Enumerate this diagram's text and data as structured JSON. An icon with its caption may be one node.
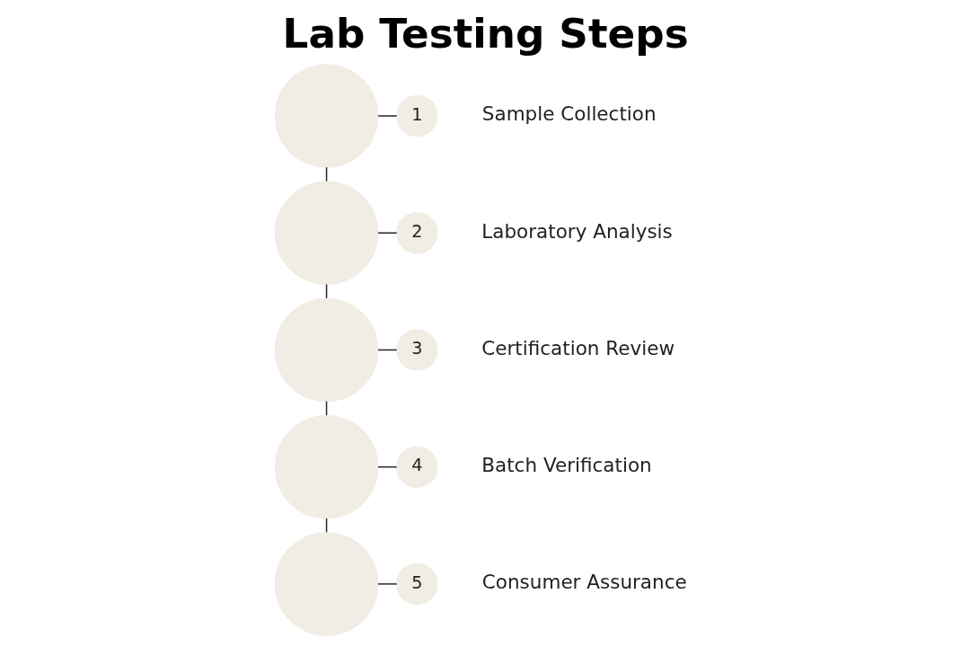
{
  "diagram": {
    "title": "Lab Testing Steps",
    "nodes": [
      {
        "text": [],
        "shape": "circle"
      },
      {
        "text": [
          "1"
        ],
        "beside": [
          "Sample Collection"
        ]
      },
      {
        "text": [],
        "shape": "circle"
      },
      {
        "text": [
          "2"
        ],
        "beside": [
          "Laboratory Analysis"
        ]
      },
      {
        "text": [],
        "shape": "circle"
      },
      {
        "text": [
          "3"
        ],
        "beside": [
          "Certification Review"
        ]
      },
      {
        "text": [],
        "shape": "circle"
      },
      {
        "text": [
          "4"
        ],
        "beside": [
          "Batch Verification"
        ]
      },
      {
        "text": [],
        "shape": "circle"
      },
      {
        "text": [
          "5"
        ],
        "beside": [
          "Consumer Assurance"
        ]
      }
    ],
    "edges": [
      {
        "from": 0,
        "to": 1,
        "arrow": "none"
      },
      {
        "from": 0,
        "to": 2,
        "arrow": "none"
      },
      {
        "from": 2,
        "to": 3,
        "arrow": "none"
      },
      {
        "from": 2,
        "to": 4,
        "arrow": "none"
      },
      {
        "from": 4,
        "to": 5,
        "arrow": "none"
      },
      {
        "from": 4,
        "to": 6,
        "arrow": "none"
      },
      {
        "from": 6,
        "to": 7,
        "arrow": "none"
      },
      {
        "from": 6,
        "to": 8,
        "arrow": "none"
      },
      {
        "from": 8,
        "to": 9,
        "arrow": "none"
      }
    ]
  }
}
